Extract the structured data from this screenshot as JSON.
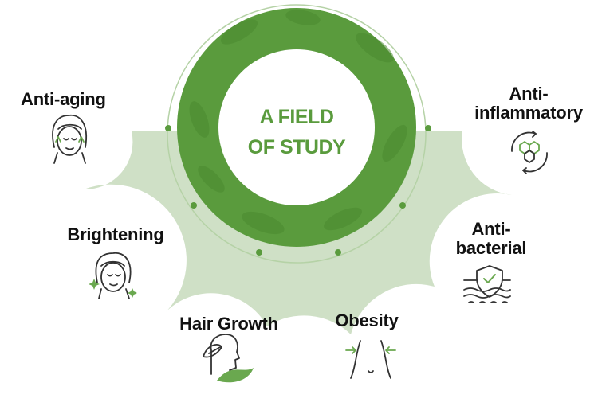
{
  "center": {
    "line1": "A FIELD",
    "line2": "OF STUDY"
  },
  "fields": [
    {
      "id": "anti-aging",
      "lines": [
        "Anti-aging"
      ],
      "icon": "face-icon"
    },
    {
      "id": "brightening",
      "lines": [
        "Brightening"
      ],
      "icon": "sparkle-face-icon"
    },
    {
      "id": "hair-growth",
      "lines": [
        "Hair Growth"
      ],
      "icon": "head-leaf-icon"
    },
    {
      "id": "obesity",
      "lines": [
        "Obesity"
      ],
      "icon": "waist-icon"
    },
    {
      "id": "anti-bacterial",
      "lines": [
        "Anti-",
        "bacterial"
      ],
      "icon": "shield-skin-icon"
    },
    {
      "id": "anti-inflammatory",
      "lines": [
        "Anti-",
        "inflammatory"
      ],
      "icon": "hexagon-cycle-icon"
    }
  ],
  "colors": {
    "ring_green": "#5a9b3d",
    "ring_dark": "#4a8a30",
    "title_green": "#5a9b3d",
    "shape_fill": "#cfe0c6",
    "icon_dark": "#333333",
    "icon_green": "#6aa84f"
  }
}
